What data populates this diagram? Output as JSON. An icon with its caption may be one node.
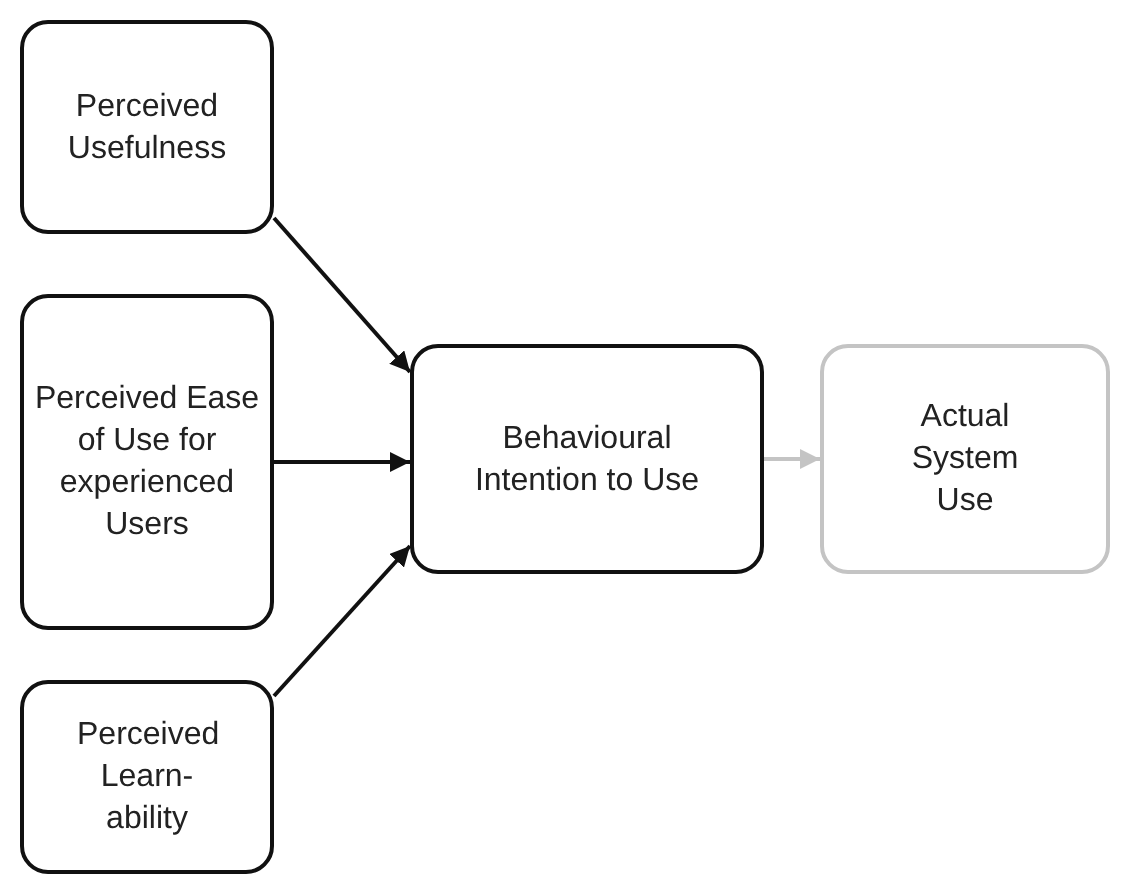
{
  "diagram": {
    "nodes": [
      {
        "text": [
          "Perceived Usefulness"
        ]
      },
      {
        "text": [
          "Perceived Ease of Use for experienced Users"
        ]
      },
      {
        "text": [
          "Perceived Learn- ability"
        ]
      },
      {
        "text": [
          "Behavioural Intention to Use"
        ]
      },
      {
        "text": [
          "Actual System Use"
        ]
      }
    ],
    "edges": [
      {
        "from": 0,
        "to": 3,
        "arrow": "to"
      },
      {
        "from": 1,
        "to": 3,
        "arrow": "to"
      },
      {
        "from": 2,
        "to": 3,
        "arrow": "to"
      },
      {
        "from": 3,
        "to": 4,
        "arrow": "to",
        "color": "#c4c4c4"
      }
    ]
  }
}
